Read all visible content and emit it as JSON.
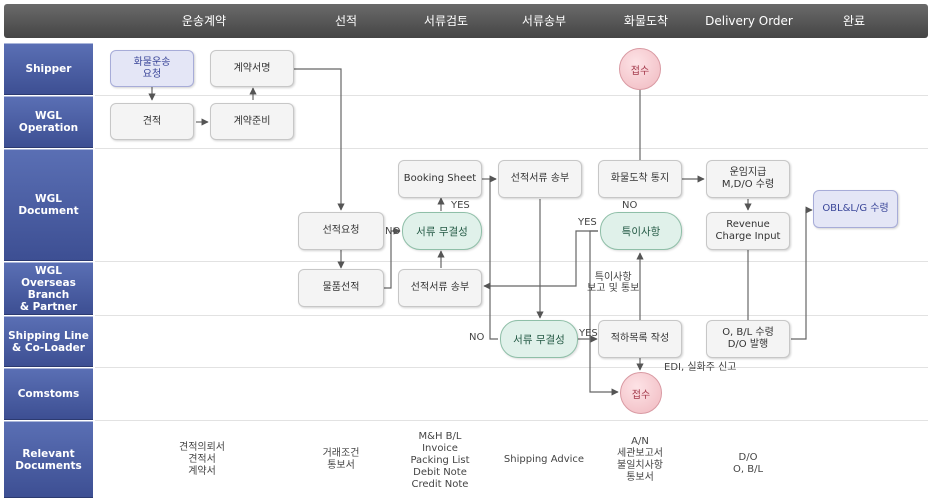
{
  "columns": [
    "운송계약",
    "선적",
    "서류검토",
    "서류송부",
    "화물도착",
    "Delivery Order",
    "완료"
  ],
  "lanes": [
    {
      "label": "Shipper"
    },
    {
      "label": "WGL\nOperation"
    },
    {
      "label": "WGL\nDocument"
    },
    {
      "label": "WGL\nOverseas Branch\n& Partner"
    },
    {
      "label": "Shipping Line\n& Co-Loader"
    },
    {
      "label": "Comstoms"
    },
    {
      "label": "Relevant\nDocuments"
    }
  ],
  "nodes": {
    "cargo_request": "화물운송\n요청",
    "contract_sign": "계약서명",
    "quotation": "견적",
    "contract_prep": "계약준비",
    "accept_top": "접수",
    "booking_sheet": "Booking Sheet",
    "ship_docs_send_doc": "선적서류 송부",
    "arrival_notice": "화물도착 통지",
    "freight_payment": "운임지급\nM,D/O 수령",
    "obl_receive": "OBL&L/G 수령",
    "ship_request": "선적요청",
    "doc_check_1": "서류 무결성",
    "special_notes": "특이사항",
    "revenue_input": "Revenue\nCharge Input",
    "cargo_loading": "물품선적",
    "ship_docs_send_partner": "선적서류 송부",
    "doc_check_2": "서류 무결성",
    "manifest": "적하목록 작성",
    "obl_do": "O, B/L 수령\nD/O 발행",
    "accept_customs": "접수"
  },
  "labels": {
    "yes_1": "YES",
    "no_1": "NO",
    "no_2": "NO",
    "yes_2": "YES",
    "special_report": "특이사항\n보고 및 통보",
    "no_3": "NO",
    "yes_3": "YES",
    "edi": "EDI, 실화주 신고"
  },
  "documents": [
    "견적의뢰서\n견적서\n계약서",
    "거래조건\n통보서",
    "M&H B/L\nInvoice\nPacking List\nDebit Note\nCredit Note",
    "Shipping Advice",
    "A/N\n세관보고서\n불일치사항\n통보서",
    "D/O\nO, B/L",
    ""
  ]
}
